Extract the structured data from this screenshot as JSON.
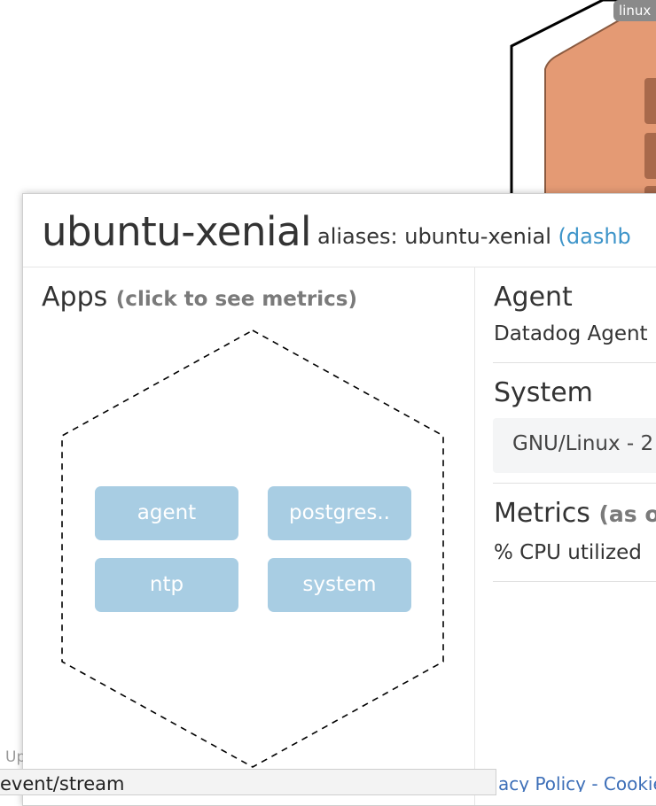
{
  "background": {
    "host_tag": "linux",
    "host_fill": "#e49a74",
    "host_cell_fill": "#a8694b"
  },
  "popup": {
    "host_name": "ubuntu-xenial",
    "aliases_label": "aliases: ubuntu-xenial",
    "dashboard_link": "(dashb",
    "apps": {
      "title": "Apps",
      "hint": "(click to see metrics)",
      "items": [
        "agent",
        "postgres..",
        "ntp",
        "system"
      ],
      "button_color": "#a8cde3"
    },
    "agent": {
      "title": "Agent",
      "value": "Datadog Agent"
    },
    "system": {
      "title": "System",
      "value": "GNU/Linux - 2"
    },
    "metrics": {
      "title": "Metrics",
      "hint": "(as of",
      "first_metric": "% CPU utilized"
    }
  },
  "status_bar": {
    "left_text": "Up",
    "url": "event/stream",
    "footer_links": "acy Policy - Cookie P"
  },
  "colors": {
    "link": "#3d94c9",
    "muted": "#7a7a7a"
  }
}
